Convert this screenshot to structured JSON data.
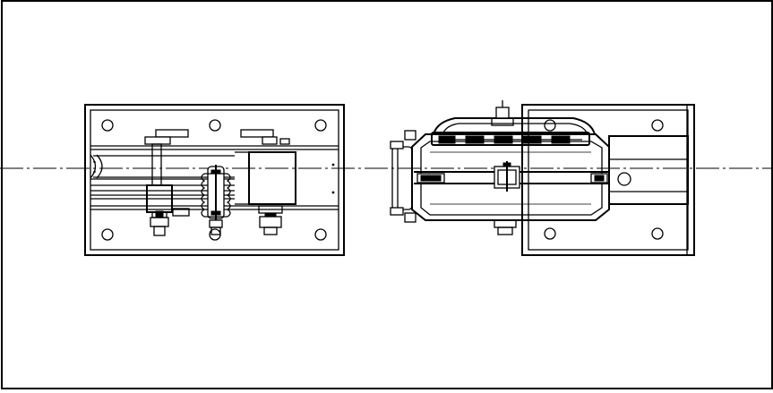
{
  "drawing": {
    "view": "plan",
    "stroke_color": "#000000",
    "background_color": "#ffffff",
    "centerline": "dash-dot",
    "components": [
      {
        "name": "left-base-plate",
        "bolt_holes": 6
      },
      {
        "name": "coupling-assembly"
      },
      {
        "name": "right-base-plate",
        "bolt_holes": 4
      },
      {
        "name": "gear-motor-body"
      }
    ]
  }
}
